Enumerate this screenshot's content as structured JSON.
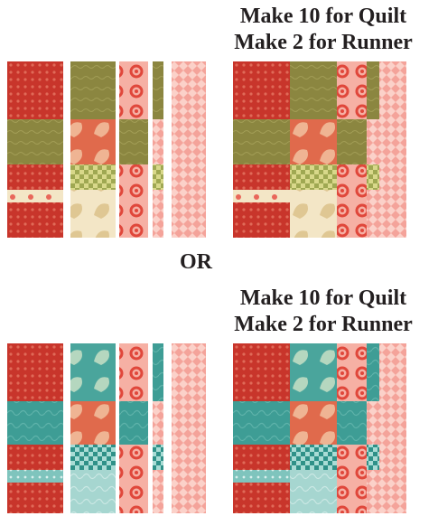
{
  "captions": [
    {
      "line1": "Make 10 for Quilt",
      "line2": "Make 2 for Runner"
    },
    {
      "line1": "Make 10 for Quilt",
      "line2": "Make 2 for Runner"
    }
  ],
  "separator": "OR",
  "palette": {
    "red": "#c8352b",
    "red_dot": "#e06a58",
    "olive": "#8b8640",
    "olive_light": "#a29d55",
    "teal": "#3e9d95",
    "teal_light": "#6fbab2",
    "coral": "#e9675a",
    "pink": "#f4a39a",
    "pink_light": "#fbd1c9",
    "cream": "#f3e6c6",
    "lime_check": "#c3c46a",
    "aqua_check": "#7fc4bd",
    "white": "#ffffff"
  }
}
